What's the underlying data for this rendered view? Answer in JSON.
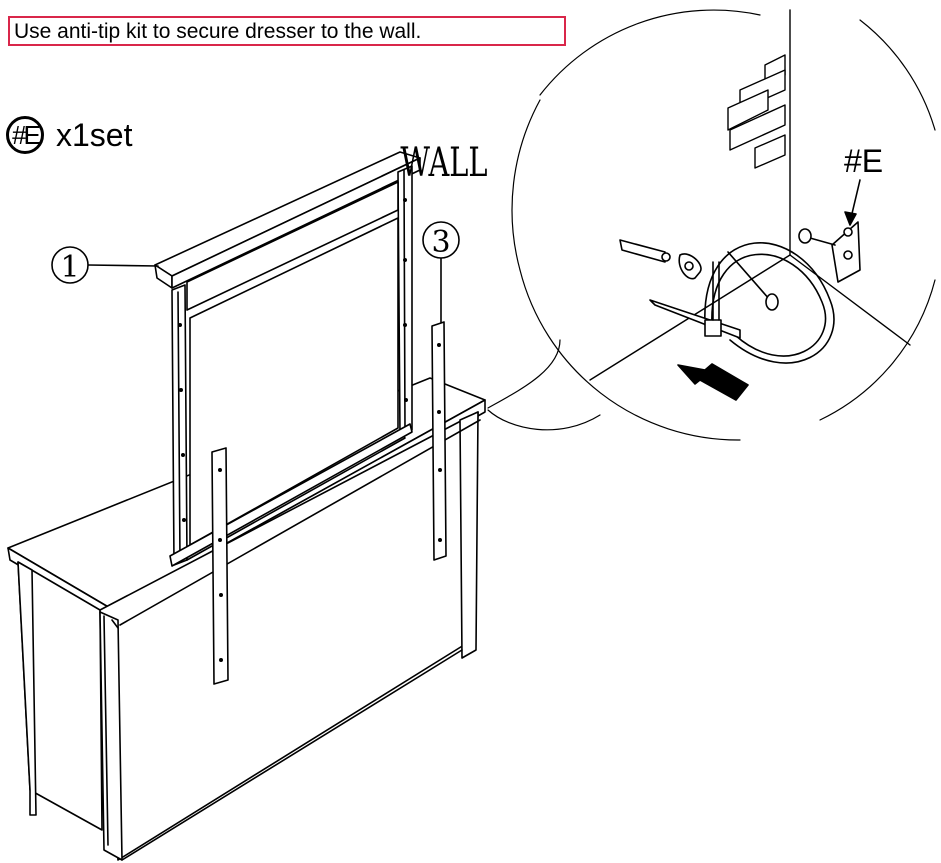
{
  "instruction": {
    "text": "Use anti-tip kit to secure dresser to the wall."
  },
  "part": {
    "badge": "#E",
    "quantity": "x1set"
  },
  "callouts": [
    {
      "label": "1"
    },
    {
      "label": "3"
    }
  ],
  "detail": {
    "wall_label": "WALL",
    "part_label": "#E"
  },
  "colors": {
    "border": "#d9264a",
    "line": "#000000",
    "background": "#ffffff"
  }
}
